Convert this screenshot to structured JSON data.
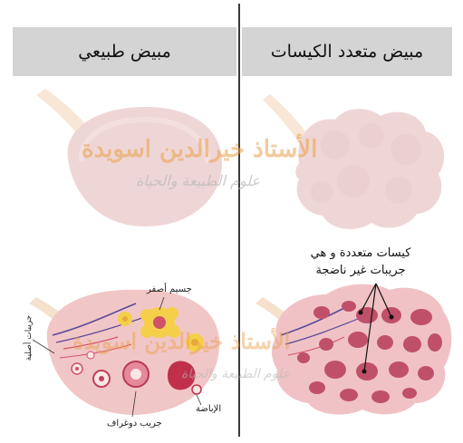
{
  "headers": {
    "normal_ovary": "مبيض طبيعي",
    "polycystic_ovary": "مبيض متعدد الكيسات"
  },
  "labels": {
    "cysts_line1": "كيسات متعددة و هي",
    "cysts_line2": "جريبات غير ناضجة",
    "corpus_luteum": "جسيم أصفر",
    "primary_follicles": "جريبات أصلية",
    "ovulation": "الإباضة",
    "graafian_follicle": "جريب دوغراف"
  },
  "watermark": {
    "line1": "الأستاذ خيرالدين اسويدة",
    "line2": "علوم الطبيعة والحياة"
  },
  "colors": {
    "header_bg": "#d4d4d4",
    "divider": "#3a3a3a",
    "ovary_pale": "#efd6d6",
    "ovary_pink": "#f1c6c6",
    "cyst": "#c0506a",
    "corpus_luteum": "#f5cf4a",
    "watermark": "#e9a04a"
  }
}
